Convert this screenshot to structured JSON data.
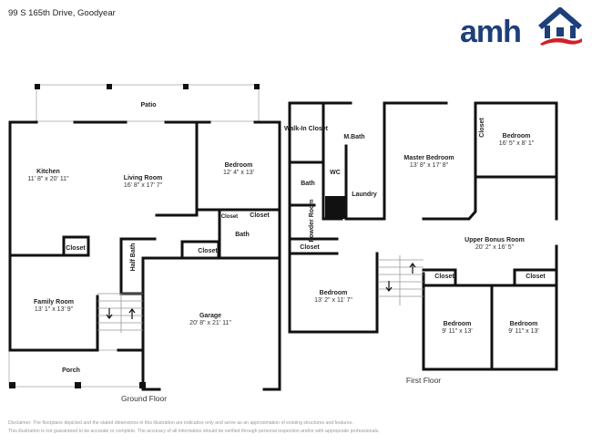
{
  "header": {
    "address": "99 S 165th Drive, Goodyear",
    "logo_text": "amh",
    "brand_colors": {
      "blue": "#1d3f7a",
      "red": "#d0202a"
    }
  },
  "ground_floor": {
    "title": "Ground Floor",
    "rooms": [
      {
        "name": "Patio",
        "dims": ""
      },
      {
        "name": "Kitchen",
        "dims": "11' 8\" x 20' 11\""
      },
      {
        "name": "Living Room",
        "dims": "16' 8\" x 17' 7\""
      },
      {
        "name": "Bedroom",
        "dims": "12' 4\" x 13'"
      },
      {
        "name": "Closet",
        "dims": ""
      },
      {
        "name": "Closet",
        "dims": ""
      },
      {
        "name": "Bath",
        "dims": ""
      },
      {
        "name": "Closet",
        "dims": ""
      },
      {
        "name": "Half Bath",
        "dims": ""
      },
      {
        "name": "Closet",
        "dims": ""
      },
      {
        "name": "Family Room",
        "dims": "13' 1\" x 13' 9\""
      },
      {
        "name": "Garage",
        "dims": "20' 8\" x 21' 11\""
      },
      {
        "name": "Porch",
        "dims": ""
      }
    ]
  },
  "first_floor": {
    "title": "First Floor",
    "rooms": [
      {
        "name": "Walk-In Closet",
        "dims": ""
      },
      {
        "name": "M.Bath",
        "dims": ""
      },
      {
        "name": "Master Bedroom",
        "dims": "13' 8\" x 17' 8\""
      },
      {
        "name": "Closet",
        "dims": ""
      },
      {
        "name": "Bedroom",
        "dims": "16' 5\" x 8' 1\""
      },
      {
        "name": "WC",
        "dims": ""
      },
      {
        "name": "Bath",
        "dims": ""
      },
      {
        "name": "Laundry",
        "dims": ""
      },
      {
        "name": "Powder Room",
        "dims": ""
      },
      {
        "name": "Closet",
        "dims": ""
      },
      {
        "name": "Upper Bonus Room",
        "dims": "20' 2\" x 16' 5\""
      },
      {
        "name": "Bedroom",
        "dims": "13' 2\" x 11' 7\""
      },
      {
        "name": "Closet",
        "dims": ""
      },
      {
        "name": "Closet",
        "dims": ""
      },
      {
        "name": "Bedroom",
        "dims": "9' 11\" x 13'"
      },
      {
        "name": "Bedroom",
        "dims": "9' 11\" x 13'"
      }
    ]
  },
  "disclaimer": {
    "line1": "Disclaimer: The floorplans depicted and the stated dimensions in this illustration are indicative only and serve as an approximation of existing structures and features.",
    "line2": "This illustration is not guaranteed to be accurate or complete. The accuracy of all information should be verified through personal inspection and/or with appropriate professionals."
  }
}
